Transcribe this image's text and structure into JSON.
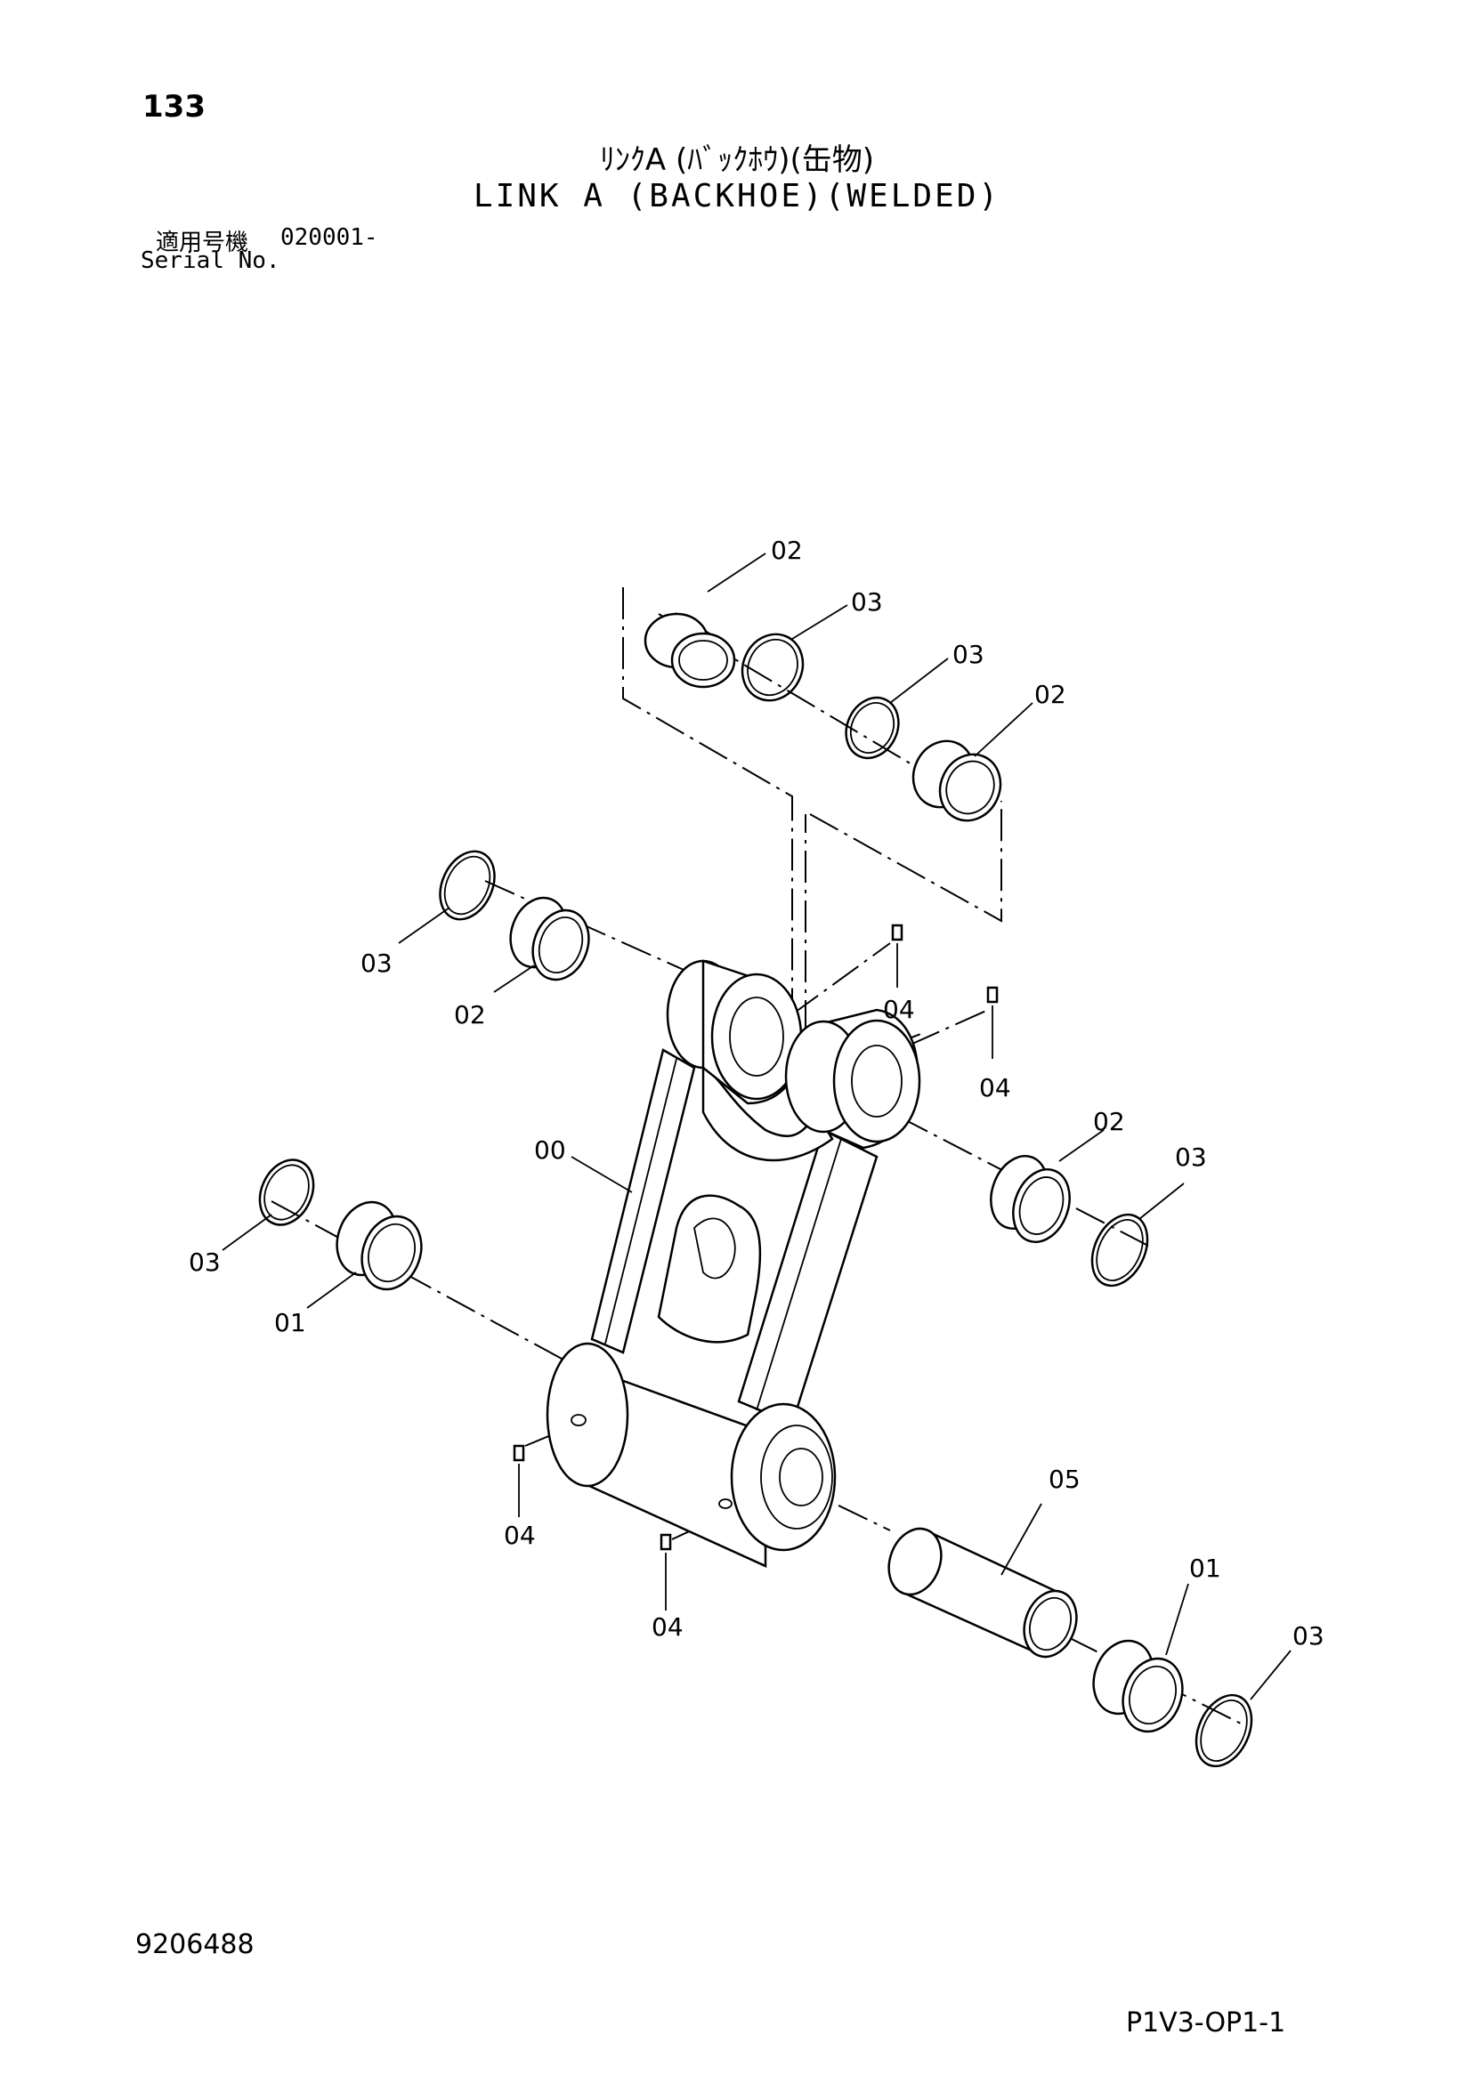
{
  "header": {
    "page_number": "133",
    "title_ja": "ﾘﾝｸA (ﾊﾞｯｸﾎｳ)(缶物)",
    "title_en": "LINK A (BACKHOE)(WELDED)",
    "serial_label_ja": "適用号機",
    "serial_value": "020001-",
    "serial_label_en": "Serial No."
  },
  "callouts": [
    "02",
    "03",
    "03",
    "02",
    "03",
    "02",
    "04",
    "04",
    "00",
    "02",
    "03",
    "03",
    "01",
    "05",
    "04",
    "04",
    "01",
    "03"
  ],
  "footer": {
    "drawing_number": "9206488",
    "page_code": "P1V3-OP1-1"
  }
}
